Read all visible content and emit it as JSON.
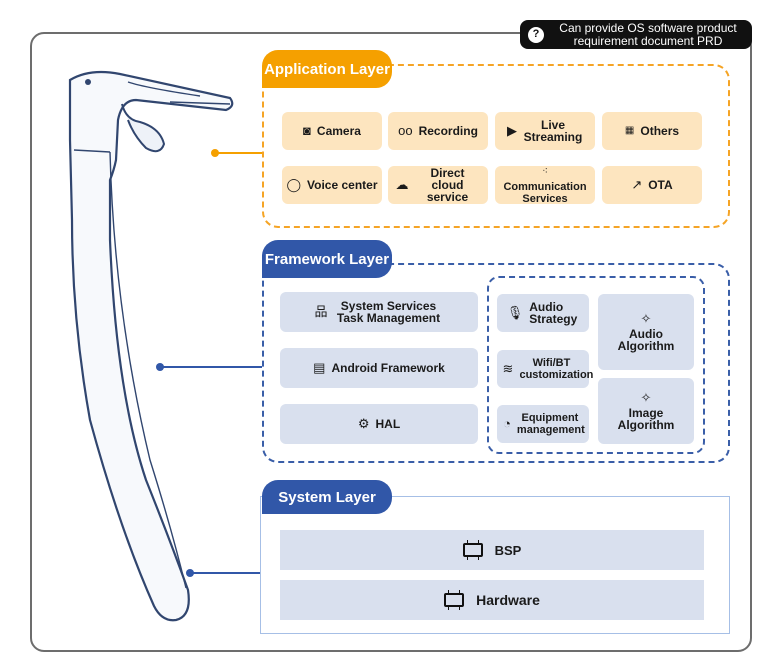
{
  "note": {
    "text": "Can provide OS software product requirement document PRD",
    "icon": "question-icon"
  },
  "colors": {
    "application": "#f5a000",
    "framework": "#3157a8",
    "chip_app": "#fde5bf",
    "chip_blue": "#d9e0ee"
  },
  "application": {
    "title": "Application Layer",
    "items": [
      {
        "label": "Camera",
        "icon": "camera-icon"
      },
      {
        "label": "Recording",
        "icon": "voicemail-icon"
      },
      {
        "label": "Live Streaming",
        "icon": "play-icon"
      },
      {
        "label": "Others",
        "icon": "grid-icon"
      },
      {
        "label": "Voice center",
        "icon": "speech-bubble-icon"
      },
      {
        "label": "Direct cloud service",
        "icon": "cloud-icon"
      },
      {
        "label": "Communication Services",
        "icon": "network-icon"
      },
      {
        "label": "OTA",
        "icon": "external-icon"
      }
    ]
  },
  "framework": {
    "title": "Framework Layer",
    "left": [
      {
        "label": "System Services Task Management",
        "icon": "hierarchy-icon"
      },
      {
        "label": "Android Framework",
        "icon": "table-icon"
      },
      {
        "label": "HAL",
        "icon": "gear-icon"
      }
    ],
    "right": [
      {
        "label": "Audio Strategy",
        "icon": "microphone-icon"
      },
      {
        "label": "Wifi/BT customization",
        "icon": "wifi-icon"
      },
      {
        "label": "Equipment management",
        "icon": "dial-icon"
      },
      {
        "label": "Audio Algorithm",
        "icon": "magic-wand-icon"
      },
      {
        "label": "Image Algorithm",
        "icon": "magic-wand-icon"
      }
    ]
  },
  "system": {
    "title": "System Layer",
    "items": [
      {
        "label": "BSP",
        "icon": "chip-icon"
      },
      {
        "label": "Hardware",
        "icon": "chip-icon"
      }
    ]
  }
}
